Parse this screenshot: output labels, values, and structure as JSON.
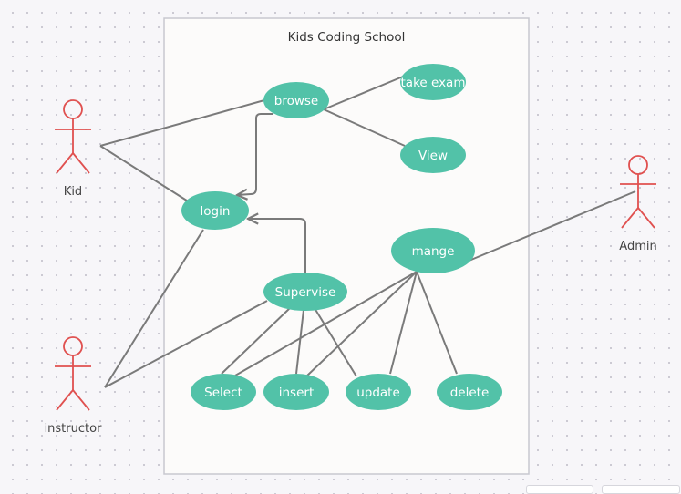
{
  "diagram": {
    "system_title": "Kids Coding School",
    "actors": {
      "kid": "Kid",
      "instructor": "instructor",
      "admin": "Admin"
    },
    "use_cases": {
      "browse": "browse",
      "take_exam": "take exam",
      "view": "View",
      "login": "login",
      "mange": "mange",
      "supervise": "Supervise",
      "select": "Select",
      "insert": "insert",
      "update": "update",
      "delete": "delete"
    },
    "colors": {
      "use_case_fill": "#52c2a8",
      "actor_stroke": "#e0504f",
      "connector": "#7a7a7a",
      "system_boundary": "#c8c8d0"
    }
  }
}
